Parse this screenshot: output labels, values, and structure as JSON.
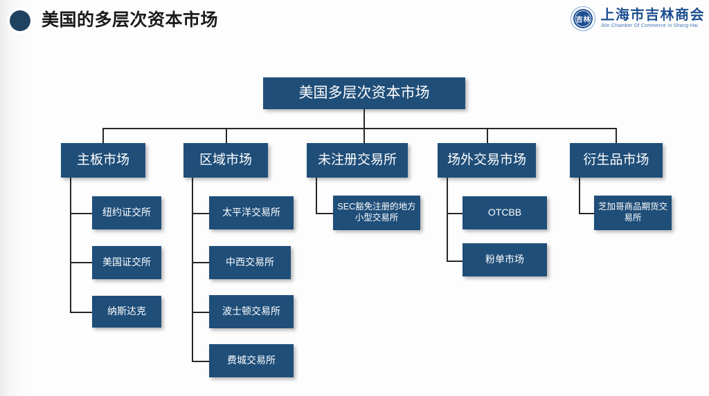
{
  "header": {
    "title": "美国的多层次资本市场",
    "bullet_color": "#1F4260",
    "logo": {
      "emblem_text": "吉林",
      "name_cn": "上海市吉林商会",
      "name_en": "Jilin Chamber Of Commerce In Shang-Hai",
      "brand_color": "#1D4F91"
    }
  },
  "chart_data": {
    "type": "diagram",
    "title": "美国多层次资本市场",
    "node_color": "#1F4E79",
    "connector_color": "#262626",
    "root": {
      "label": "美国多层次资本市场"
    },
    "branches": [
      {
        "label": "主板市场",
        "children": [
          {
            "label": "纽约证交所"
          },
          {
            "label": "美国证交所"
          },
          {
            "label": "纳斯达克"
          }
        ]
      },
      {
        "label": "区域市场",
        "children": [
          {
            "label": "太平洋交易所"
          },
          {
            "label": "中西交易所"
          },
          {
            "label": "波士顿交易所"
          },
          {
            "label": "费城交易所"
          }
        ]
      },
      {
        "label": "未注册交易所",
        "children": [
          {
            "label": "SEC豁免注册的地方小型交易所"
          }
        ]
      },
      {
        "label": "场外交易市场",
        "children": [
          {
            "label": "OTCBB"
          },
          {
            "label": "粉单市场"
          }
        ]
      },
      {
        "label": "衍生品市场",
        "children": [
          {
            "label": "芝加哥商品期货交易所"
          }
        ]
      }
    ]
  }
}
